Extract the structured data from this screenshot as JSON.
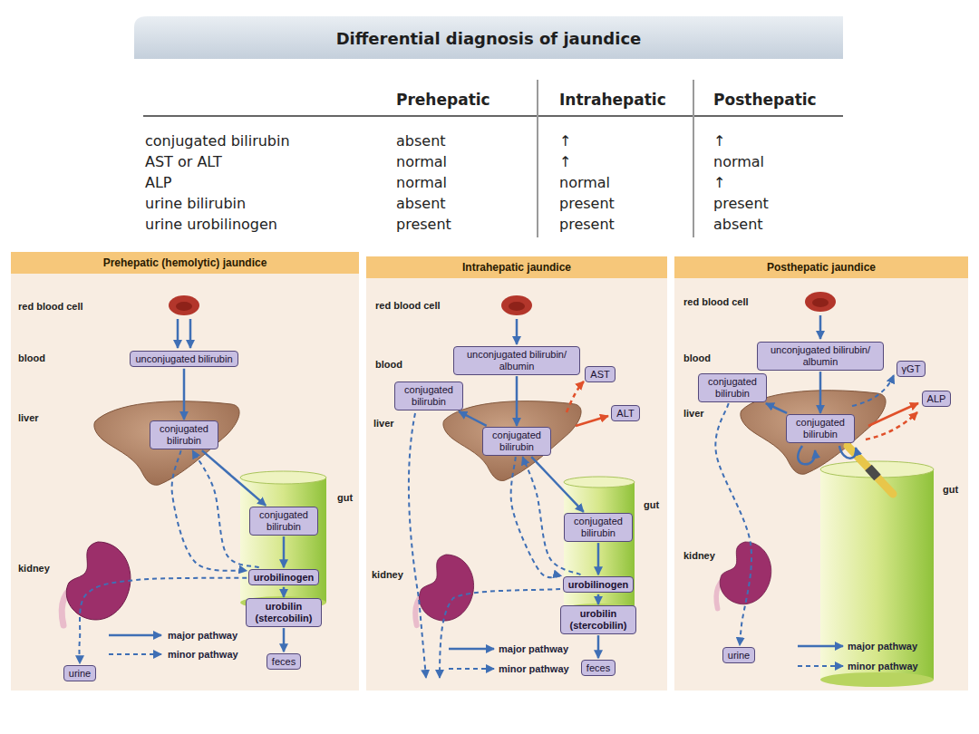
{
  "diagram": {
    "title": "Differential diagnosis of jaundice",
    "nodes": [
      {
        "text": [
          "Prehepatic (hemolytic) jaundice"
        ]
      },
      {
        "text": [
          "unconjugated bilirubin"
        ],
        "in": 0
      },
      {
        "text": [
          "conjugated bilirubin"
        ],
        "in": 0
      },
      {
        "text": [
          "conjugated bilirubin"
        ],
        "in": 0
      },
      {
        "text": [
          "urobilinogen"
        ],
        "in": 0
      },
      {
        "text": [
          "urobilin (stercobilin)"
        ],
        "in": 0
      },
      {
        "text": [
          "feces"
        ],
        "in": 0
      },
      {
        "text": [
          "urine"
        ],
        "in": 0
      },
      {
        "text": [
          "Intrahepatic jaundice"
        ]
      },
      {
        "text": [
          "unconjugated bilirubin/ albumin"
        ],
        "in": 8
      },
      {
        "text": [
          "AST"
        ],
        "in": 8
      },
      {
        "text": [
          "ALT"
        ],
        "in": 8
      },
      {
        "text": [
          "conjugated bilirubin"
        ],
        "in": 8
      },
      {
        "text": [
          "conjugated bilirubin"
        ],
        "in": 8
      },
      {
        "text": [
          "conjugated bilirubin"
        ],
        "in": 8
      },
      {
        "text": [
          "urobilinogen"
        ],
        "in": 8
      },
      {
        "text": [
          "urobilin (stercobilin)"
        ],
        "in": 8
      },
      {
        "text": [
          "feces"
        ],
        "in": 8
      },
      {
        "text": [
          "Posthepatic jaundice"
        ]
      },
      {
        "text": [
          "unconjugated bilirubin/ albumin"
        ],
        "in": 18
      },
      {
        "text": [
          "γGT"
        ],
        "in": 18
      },
      {
        "text": [
          "conjugated bilirubin"
        ],
        "in": 18
      },
      {
        "text": [
          "ALP"
        ],
        "in": 18
      },
      {
        "text": [
          "conjugated bilirubin"
        ],
        "in": 18
      },
      {
        "text": [
          "urine"
        ],
        "in": 18
      }
    ],
    "edges": [
      {
        "from": 1,
        "to": 2,
        "arrow": "to"
      },
      {
        "from": 2,
        "to": 3,
        "arrow": "to"
      },
      {
        "from": 3,
        "to": 4,
        "arrow": "to"
      },
      {
        "from": 4,
        "to": 5,
        "arrow": "to"
      },
      {
        "from": 5,
        "to": 6,
        "arrow": "to"
      },
      {
        "from": 2,
        "to": 4,
        "arrow": "to"
      },
      {
        "from": 4,
        "to": 2,
        "arrow": "to"
      },
      {
        "from": 4,
        "to": 7,
        "arrow": "to"
      },
      {
        "from": 9,
        "to": 13,
        "arrow": "to"
      },
      {
        "from": 13,
        "to": 12,
        "arrow": "to"
      },
      {
        "from": 13,
        "to": 14,
        "arrow": "to"
      },
      {
        "from": 14,
        "to": 15,
        "arrow": "to"
      },
      {
        "from": 15,
        "to": 16,
        "arrow": "to"
      },
      {
        "from": 16,
        "to": 17,
        "arrow": "to"
      },
      {
        "from": 13,
        "to": 15,
        "arrow": "to"
      },
      {
        "from": 15,
        "to": 13,
        "arrow": "to"
      },
      {
        "from": 19,
        "to": 23,
        "arrow": "to"
      },
      {
        "from": 23,
        "to": 21,
        "arrow": "to"
      },
      {
        "from": 21,
        "to": 24,
        "arrow": "to"
      }
    ],
    "labels": [
      "Prehepatic",
      "Intrahepatic",
      "Posthepatic",
      "conjugated bilirubin",
      "absent",
      "↑",
      "↑",
      "AST or ALT",
      "normal",
      "↑",
      "normal",
      "ALP",
      "normal",
      "normal",
      "↑",
      "urine bilirubin",
      "absent",
      "present",
      "present",
      "urine urobilinogen",
      "present",
      "present",
      "absent",
      "red blood cell",
      "blood",
      "liver",
      "gut",
      "kidney",
      "red blood cell",
      "blood",
      "liver",
      "gut",
      "kidney",
      "red blood cell",
      "blood",
      "liver",
      "gut",
      "kidney"
    ],
    "legend": [
      {
        "text": "major pathway"
      },
      {
        "text": "minor pathway"
      },
      {
        "text": "major pathway"
      },
      {
        "text": "minor pathway"
      },
      {
        "text": "major pathway"
      },
      {
        "text": "minor pathway"
      }
    ]
  }
}
